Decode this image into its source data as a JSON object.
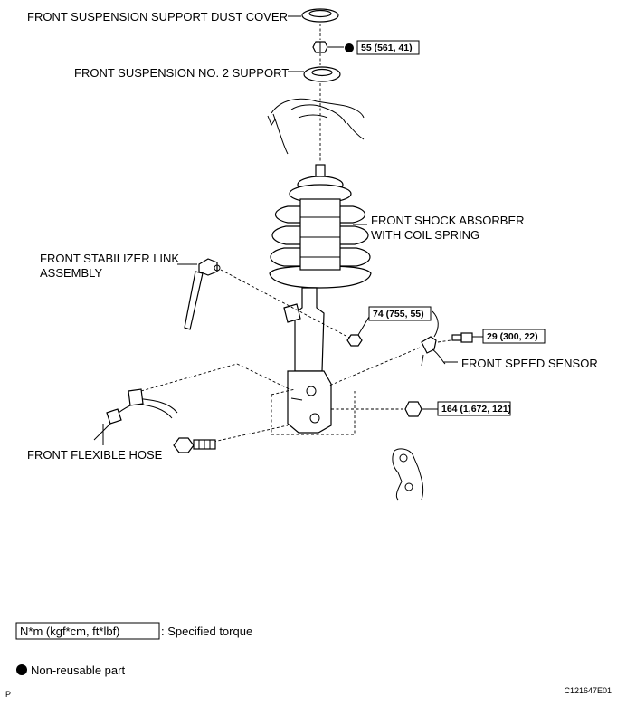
{
  "labels": {
    "dust_cover": "FRONT SUSPENSION SUPPORT DUST COVER",
    "no2_support": "FRONT SUSPENSION NO. 2 SUPPORT",
    "shock_line1": "FRONT SHOCK ABSORBER",
    "shock_line2": "WITH COIL SPRING",
    "stabilizer_line1": "FRONT STABILIZER LINK",
    "stabilizer_line2": "ASSEMBLY",
    "speed_sensor": "FRONT SPEED SENSOR",
    "flexible_hose": "FRONT FLEXIBLE HOSE"
  },
  "torques": {
    "top_nut": "55 (561, 41)",
    "stabilizer_nut": "74 (755, 55)",
    "speed_sensor_bolt": "29 (300, 22)",
    "knuckle_bolt": "164 (1,672, 121)"
  },
  "legend": {
    "torque_unit": "N*m (kgf*cm, ft*lbf)",
    "torque_desc": ": Specified torque",
    "nonreusable": "Non-reusable part"
  },
  "corner": {
    "left": "P",
    "right": "C121647E01"
  },
  "icons": {
    "nonreusable_marker": "filled-circle-icon"
  }
}
